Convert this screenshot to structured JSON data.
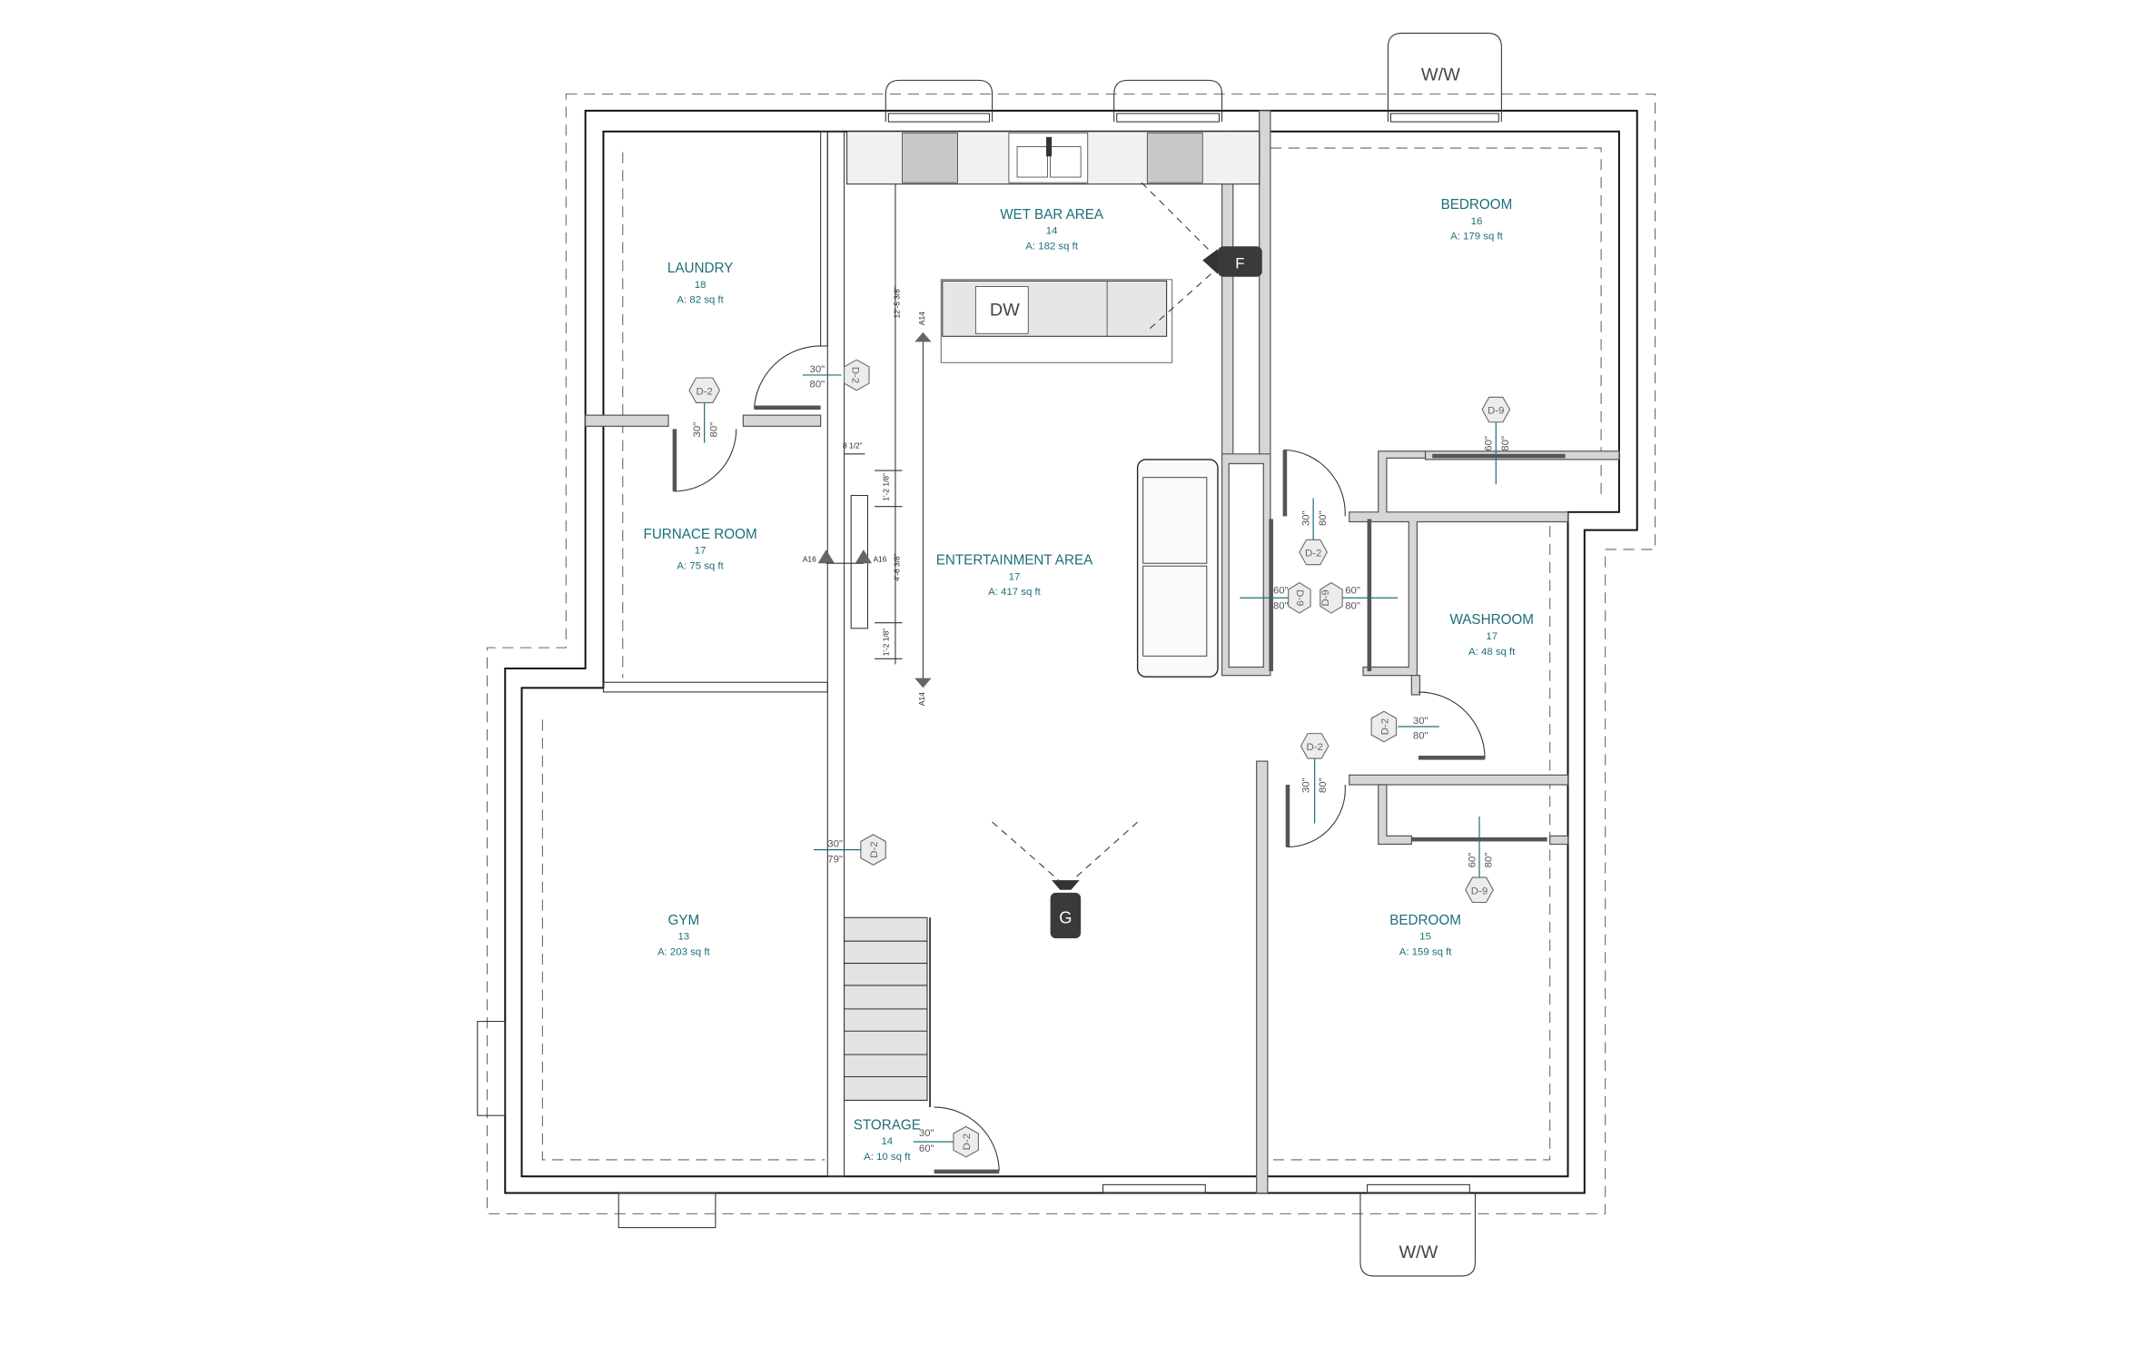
{
  "plan": {
    "rooms": [
      {
        "name": "LAUNDRY",
        "number": "18",
        "area": "A: 82 sq ft"
      },
      {
        "name": "FURNACE ROOM",
        "number": "17",
        "area": "A: 75 sq ft"
      },
      {
        "name": "WET BAR AREA",
        "number": "14",
        "area": "A: 182 sq ft"
      },
      {
        "name": "ENTERTAINMENT AREA",
        "number": "17",
        "area": "A: 417 sq ft"
      },
      {
        "name": "BEDROOM",
        "number": "16",
        "area": "A: 179 sq ft"
      },
      {
        "name": "WASHROOM",
        "number": "17",
        "area": "A: 48 sq ft"
      },
      {
        "name": "BEDROOM",
        "number": "15",
        "area": "A: 159 sq ft"
      },
      {
        "name": "GYM",
        "number": "13",
        "area": "A: 203 sq ft"
      },
      {
        "name": "STORAGE",
        "number": "14",
        "area": "A: 10 sq ft"
      }
    ],
    "door_tags": [
      {
        "label": "D-2",
        "w": "30\"",
        "h": "80\""
      },
      {
        "label": "D-2",
        "w": "30\"",
        "h": "80\""
      },
      {
        "label": "D-9",
        "w": "60\"",
        "h": "80\""
      },
      {
        "label": "D-2",
        "w": "30\"",
        "h": "80\""
      },
      {
        "label": "D-9",
        "w": "60\"",
        "h": "80\""
      },
      {
        "label": "D-9",
        "w": "60\"",
        "h": "80\""
      },
      {
        "label": "D-2",
        "w": "30\"",
        "h": "80\""
      },
      {
        "label": "D-2",
        "w": "30\"",
        "h": "80\""
      },
      {
        "label": "D-9",
        "w": "60\"",
        "h": "80\""
      },
      {
        "label": "D-2",
        "w": "30\"",
        "h": "79\""
      },
      {
        "label": "D-2",
        "w": "30\"",
        "h": "60\""
      }
    ],
    "dimensions": [
      "12'-5 3/8\"",
      "8 1/2\"",
      "1'-2 1/8\"",
      "4'-6 3/8\"",
      "1'-2 1/8\""
    ],
    "section_markers": [
      "A14",
      "A14",
      "A16",
      "A16"
    ],
    "cameras": [
      "F",
      "G"
    ],
    "appliance": "DW",
    "window_labels": [
      "W/W",
      "W/W"
    ]
  }
}
